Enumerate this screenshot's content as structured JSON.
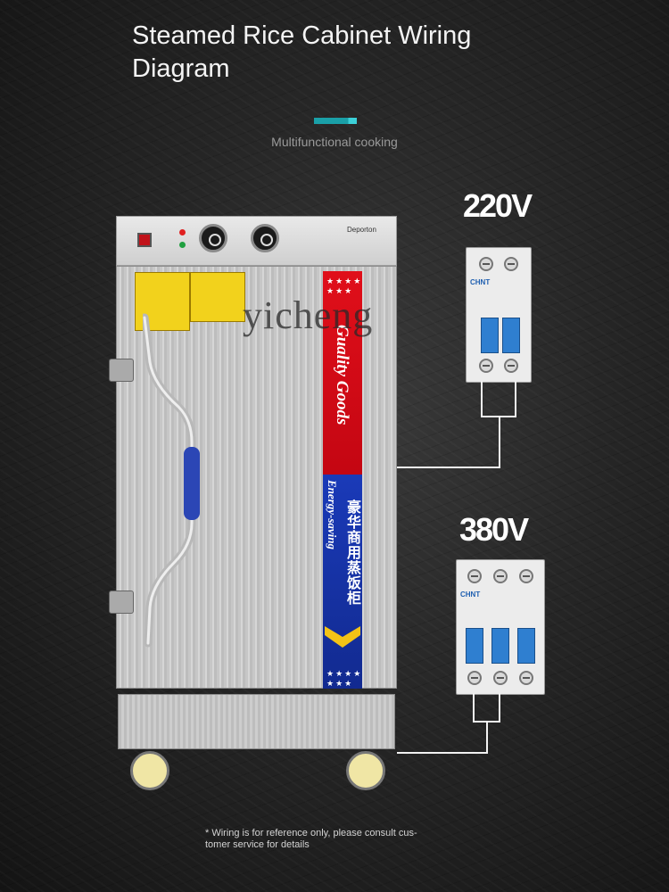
{
  "header": {
    "title": "Steamed Rice Cabinet Wiring Diagram",
    "subtitle": "Multifunctional cooking"
  },
  "breakers": {
    "single_phase_label": "220V",
    "three_phase_label": "380V"
  },
  "cabinet": {
    "banner_top": "Guality Goods",
    "banner_middle": "Energy-saving",
    "banner_chinese": "豪华商用蒸饭柜"
  },
  "footer": {
    "note_line1": "* Wiring is for reference only, please consult cus-",
    "note_line2": "tomer service for details"
  },
  "watermark": "yicheng",
  "colors": {
    "accent": "#1aa0a8",
    "banner_red": "#e00f1a",
    "banner_blue": "#1a3ab8",
    "breaker_lever": "#2f7fd0"
  }
}
